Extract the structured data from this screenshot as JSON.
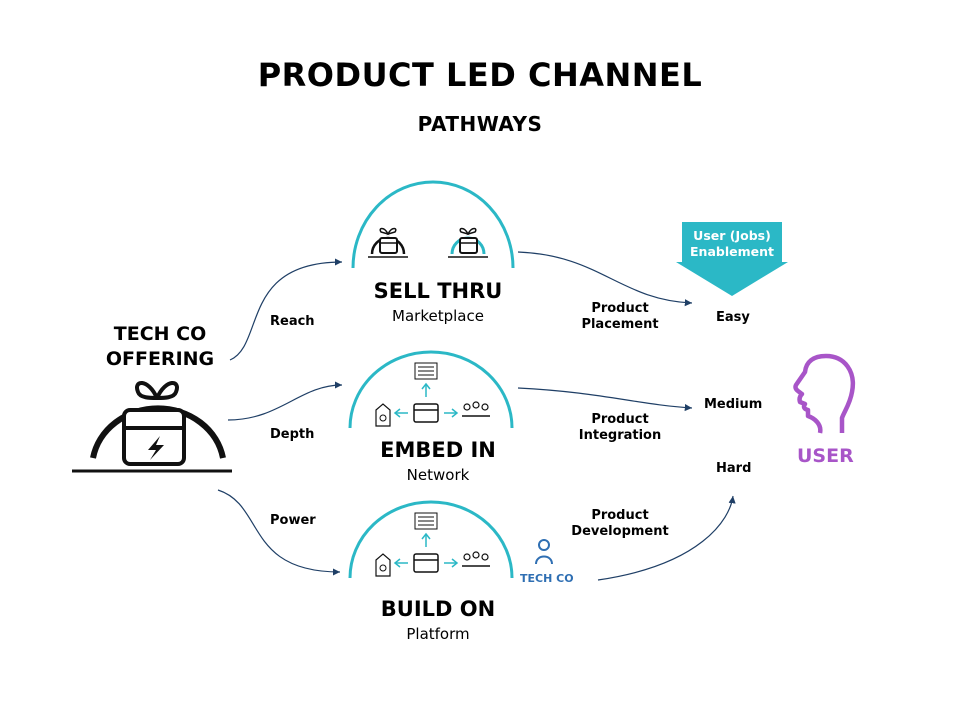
{
  "title": "PRODUCT LED CHANNEL",
  "subtitle": "PATHWAYS",
  "offering": {
    "line1": "TECH CO",
    "line2": "OFFERING"
  },
  "links": {
    "reach": "Reach",
    "depth": "Depth",
    "power": "Power"
  },
  "pathways": [
    {
      "title": "SELL THRU",
      "subtitle": "Marketplace"
    },
    {
      "title": "EMBED IN",
      "subtitle": "Network"
    },
    {
      "title": "BUILD ON",
      "subtitle": "Platform"
    }
  ],
  "outcomes": [
    {
      "line1": "Product",
      "line2": "Placement"
    },
    {
      "line1": "Product",
      "line2": "Integration"
    },
    {
      "line1": "Product",
      "line2": "Development"
    }
  ],
  "enablement": {
    "line1": "User (Jobs)",
    "line2": "Enablement"
  },
  "difficulty": {
    "easy": "Easy",
    "medium": "Medium",
    "hard": "Hard"
  },
  "user_label": "USER",
  "techco_label": "TECH CO",
  "colors": {
    "teal": "#2bb8c6",
    "purple": "#a855c8",
    "navy": "#1f3f66",
    "blue": "#2f6fb3"
  }
}
